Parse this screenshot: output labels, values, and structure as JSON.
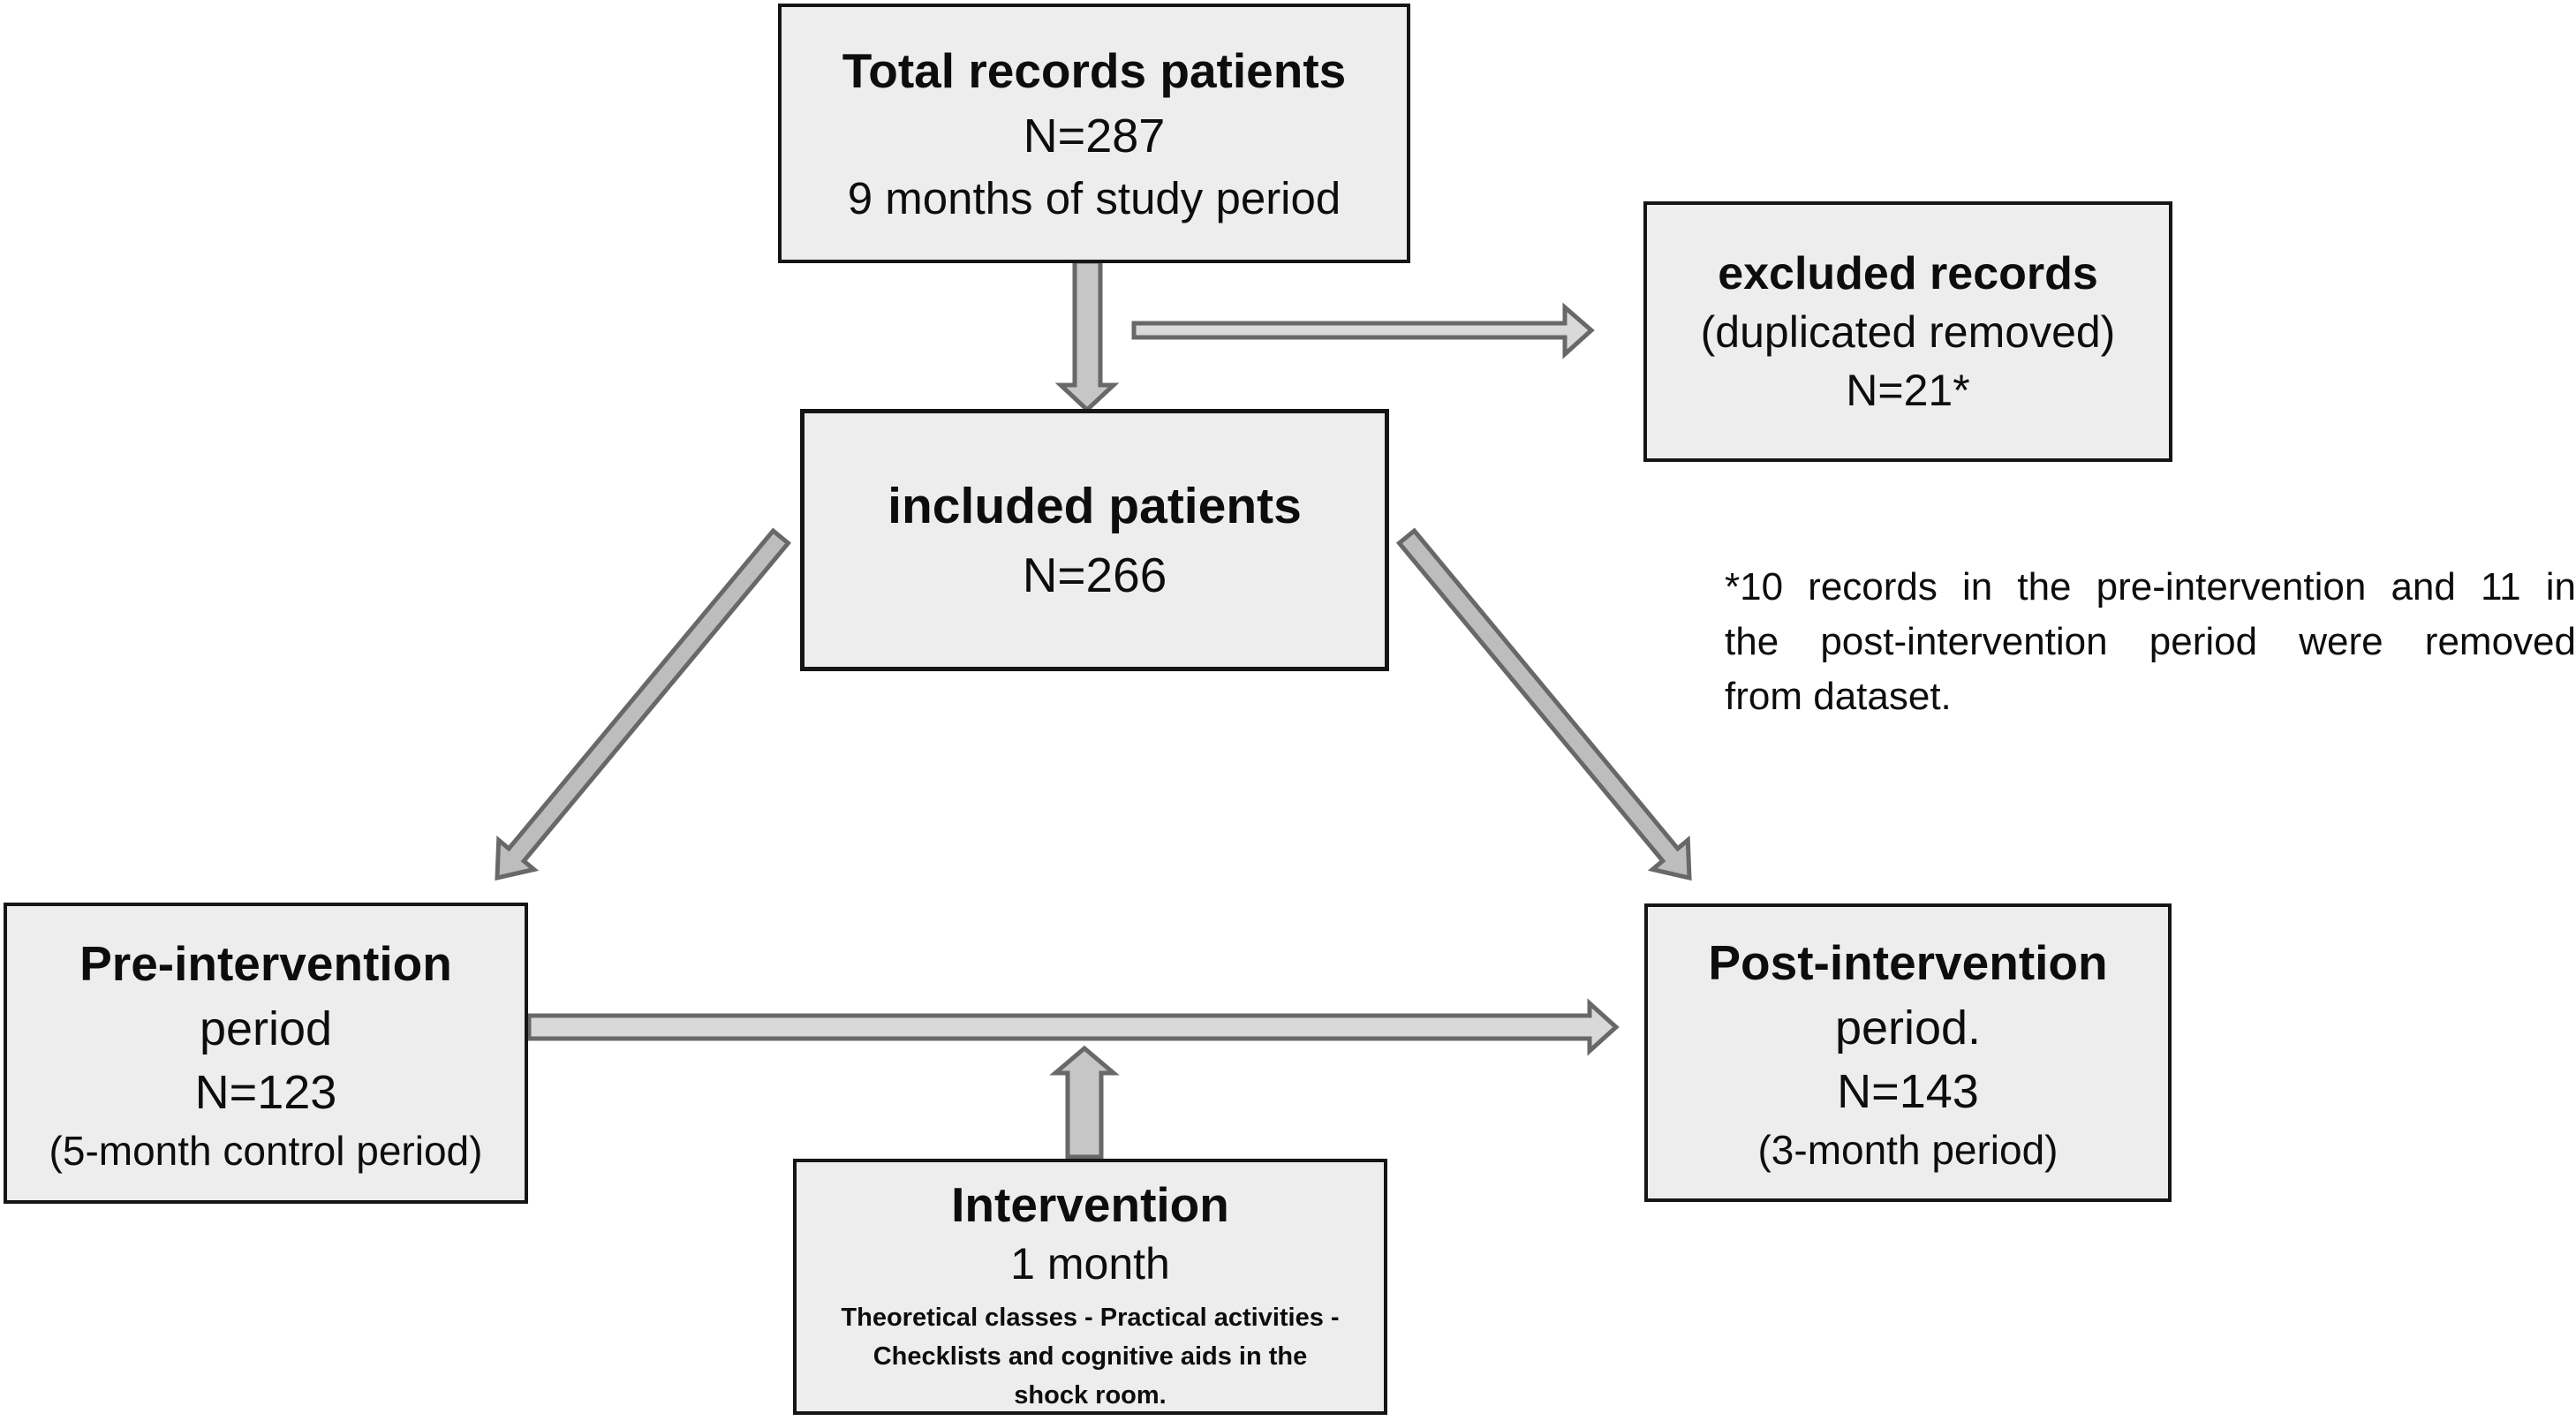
{
  "figure": {
    "type": "patient-flow-diagram",
    "background_color": "#ffffff",
    "box_fill_color": "#ededed",
    "box_border_color": "#151515",
    "arrow_fill_dark": "#c6c6c6",
    "arrow_fill_diagonal": "#bdbdbd",
    "arrow_fill_light": "#d9d9d9",
    "arrow_outline_color": "#686868"
  },
  "nodes": {
    "total": {
      "title": "Total records patients",
      "n": "N=287",
      "subtitle": "9 months of study period"
    },
    "excluded": {
      "title": "excluded records",
      "reason": "(duplicated removed)",
      "n": "N=21*"
    },
    "included": {
      "title": "included patients",
      "n": "N=266"
    },
    "pre": {
      "title": "Pre-intervention",
      "line2": "period",
      "n": "N=123",
      "subtitle": "(5-month control period)"
    },
    "post": {
      "title": "Post-intervention",
      "line2": "period.",
      "n": "N=143",
      "subtitle": "(3-month period)"
    },
    "intervention": {
      "title": "Intervention",
      "duration": "1 month",
      "detail_lines": [
        "Theoretical classes - Practical activities -",
        "Checklists and cognitive aids in the",
        "shock room."
      ]
    }
  },
  "footnote": {
    "lines": [
      "*10 records in the pre-intervention and 11 in",
      "the post-intervention period were removed",
      "from dataset."
    ]
  },
  "edges": [
    {
      "from": "total",
      "to": "included",
      "icon": "arrow-down-icon"
    },
    {
      "from": "total",
      "to": "excluded",
      "icon": "arrow-right-icon"
    },
    {
      "from": "included",
      "to": "pre",
      "icon": "arrow-diagonal-left-icon"
    },
    {
      "from": "included",
      "to": "post",
      "icon": "arrow-diagonal-right-icon"
    },
    {
      "from": "pre",
      "to": "post",
      "icon": "arrow-right-icon"
    },
    {
      "from": "intervention",
      "to": "pre-post-timeline",
      "icon": "arrow-up-icon"
    }
  ]
}
